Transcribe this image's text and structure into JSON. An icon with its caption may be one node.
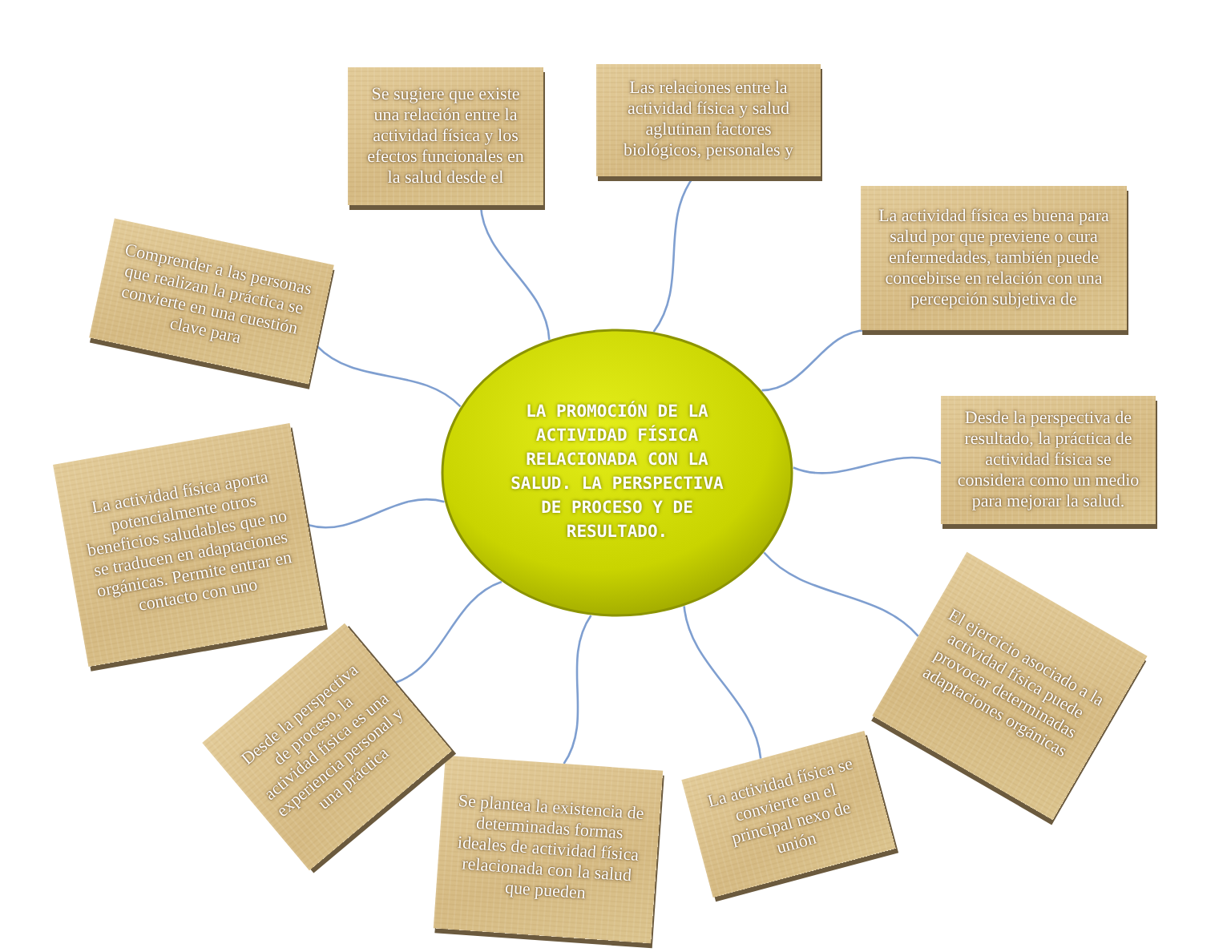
{
  "diagram": {
    "nodes": [
      {
        "text": [
          "LA PROMOCIÓN DE LA ACTIVIDAD FÍSICA RELACIONADA CON LA SALUD. LA PERSPECTIVA DE PROCESO Y DE RESULTADO."
        ]
      },
      {
        "text": [
          "Se sugiere que existe una relación entre la actividad física y los efectos funcionales en la salud desde el"
        ]
      },
      {
        "text": [
          "Las relaciones entre la actividad física y salud aglutinan factores biológicos, personales y"
        ]
      },
      {
        "text": [
          "La actividad física es buena para salud por que previene o cura enfermedades, también puede concebirse en relación con una percepción subjetiva de"
        ]
      },
      {
        "text": [
          "Desde la perspectiva de resultado, la práctica de actividad física se considera como un medio para mejorar la salud."
        ]
      },
      {
        "text": [
          "El ejercicio asociado a la actividad física puede provocar determinadas adaptaciones orgánicas"
        ]
      },
      {
        "text": [
          "La actividad física se convierte en el principal nexo de unión"
        ]
      },
      {
        "text": [
          "Se plantea la existencia de determinadas formas ideales de actividad física relacionada con la salud que pueden"
        ]
      },
      {
        "text": [
          "Desde la perspectiva de proceso, la actividad física es una experiencia personal y una práctica"
        ]
      },
      {
        "text": [
          "La actividad física aporta potencialmente otros beneficios saludables que no se traducen en adaptaciones orgánicas. Permite entrar en contacto con uno"
        ]
      },
      {
        "text": [
          "Comprender a las personas que realizan la práctica se convierte en una cuestión clave para"
        ]
      }
    ],
    "edges": [
      {
        "from": 0,
        "to": 1,
        "arrow": "none"
      },
      {
        "from": 0,
        "to": 2,
        "arrow": "none"
      },
      {
        "from": 0,
        "to": 3,
        "arrow": "none"
      },
      {
        "from": 0,
        "to": 4,
        "arrow": "none"
      },
      {
        "from": 0,
        "to": 5,
        "arrow": "none"
      },
      {
        "from": 0,
        "to": 6,
        "arrow": "none"
      },
      {
        "from": 0,
        "to": 7,
        "arrow": "none"
      },
      {
        "from": 0,
        "to": 8,
        "arrow": "none"
      },
      {
        "from": 0,
        "to": 9,
        "arrow": "none"
      },
      {
        "from": 0,
        "to": 10,
        "arrow": "none"
      }
    ]
  }
}
